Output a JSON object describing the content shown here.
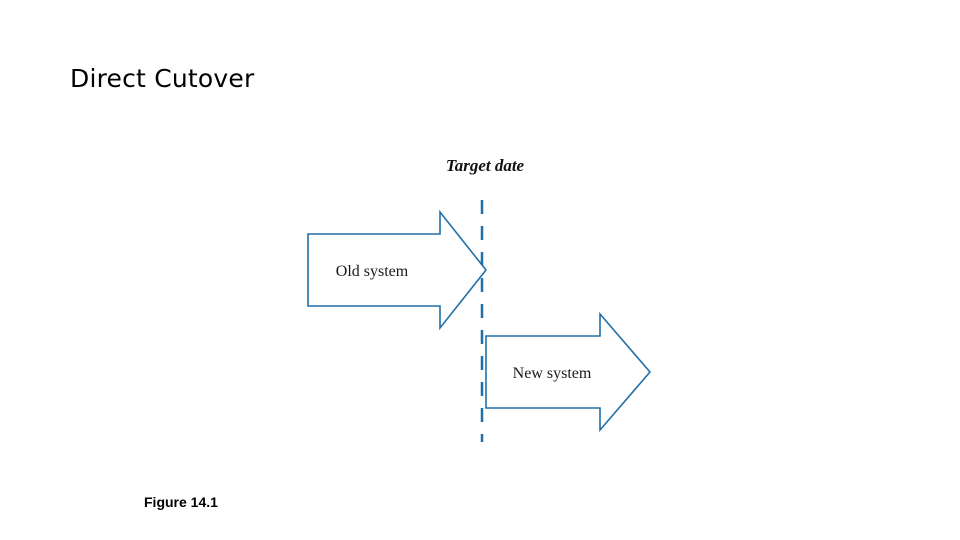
{
  "slide": {
    "title": "Direct Cutover",
    "figure_caption": "Figure 14.1"
  },
  "diagram": {
    "target_date_label": "Target date",
    "old_system_label": "Old system",
    "new_system_label": "New system",
    "arrow_color": "#1F6FA8",
    "divider_color": "#1F6FA8",
    "background_color": "#FFFFFF"
  }
}
